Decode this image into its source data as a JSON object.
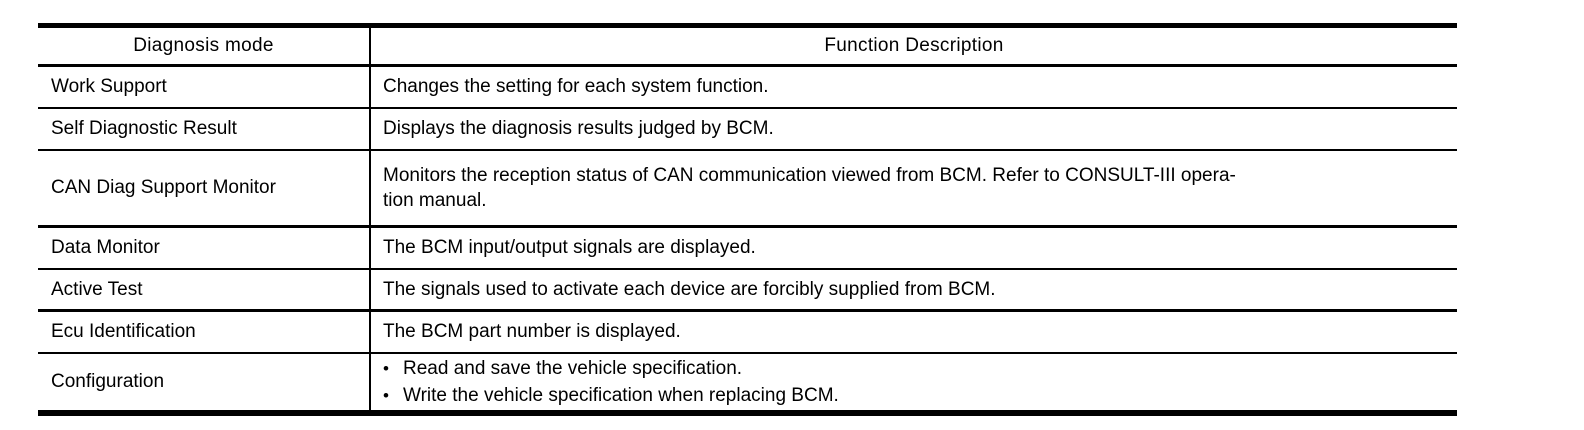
{
  "colors": {
    "background": "#ffffff",
    "border": "#000000",
    "text": "#000000"
  },
  "table": {
    "bullet_char": "•",
    "columns": [
      {
        "label": "Diagnosis mode"
      },
      {
        "label": "Function Description"
      }
    ],
    "rows": [
      {
        "mode": "Work Support",
        "description_lines": [
          "Changes the setting for each system function."
        ]
      },
      {
        "mode": "Self Diagnostic Result",
        "description_lines": [
          "Displays the diagnosis results judged by BCM."
        ]
      },
      {
        "mode": "CAN Diag Support Monitor",
        "description_lines": [
          "Monitors the reception status of CAN communication viewed from BCM. Refer to CONSULT-III opera-",
          "tion manual."
        ]
      },
      {
        "mode": "Data Monitor",
        "description_lines": [
          "The BCM input/output signals are displayed."
        ]
      },
      {
        "mode": "Active Test",
        "description_lines": [
          "The signals used to activate each device are forcibly supplied from BCM."
        ]
      },
      {
        "mode": "Ecu Identification",
        "description_lines": [
          "The BCM part number is displayed."
        ]
      },
      {
        "mode": "Configuration",
        "bullets": [
          "Read and save the vehicle specification.",
          "Write the vehicle specification when replacing BCM."
        ]
      }
    ]
  }
}
